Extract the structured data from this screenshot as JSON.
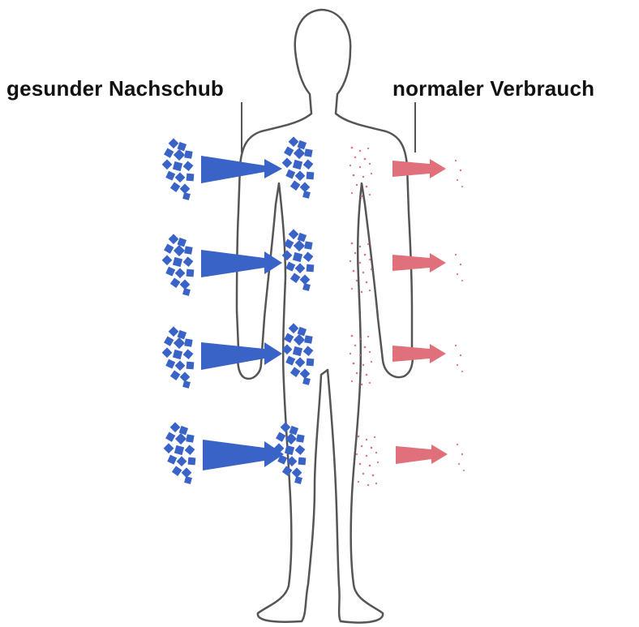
{
  "labels": {
    "left": "gesunder Nachschub",
    "right": "normaler Verbrauch"
  },
  "colors": {
    "supply": "#3a63c8",
    "consumption": "#e0707a",
    "outline": "#555555"
  },
  "icons": {
    "figure": "human-silhouette",
    "cell": "blood-cell-cluster",
    "arrow": "flow-arrow"
  }
}
